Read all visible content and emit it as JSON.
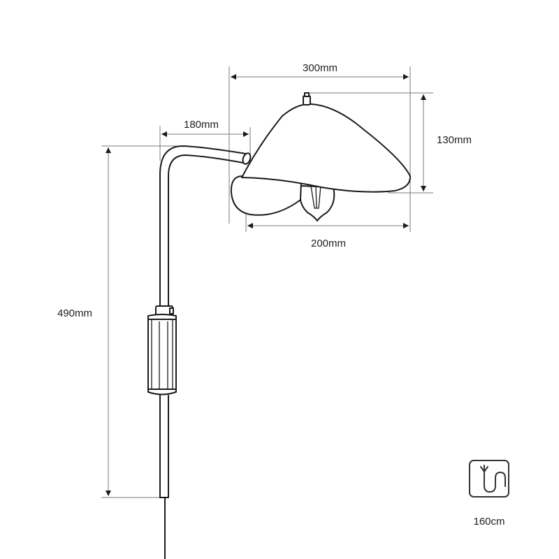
{
  "dimensions": {
    "shade_width": "300mm",
    "shade_height": "130mm",
    "arm_reach": "180mm",
    "shade_depth": "200mm",
    "total_height": "490mm"
  },
  "cable": {
    "icon": "cable-length-icon",
    "length": "160cm"
  },
  "colors": {
    "line": "#1a1a1a",
    "dimension_line": "#7a7a7a",
    "background": "#ffffff"
  }
}
